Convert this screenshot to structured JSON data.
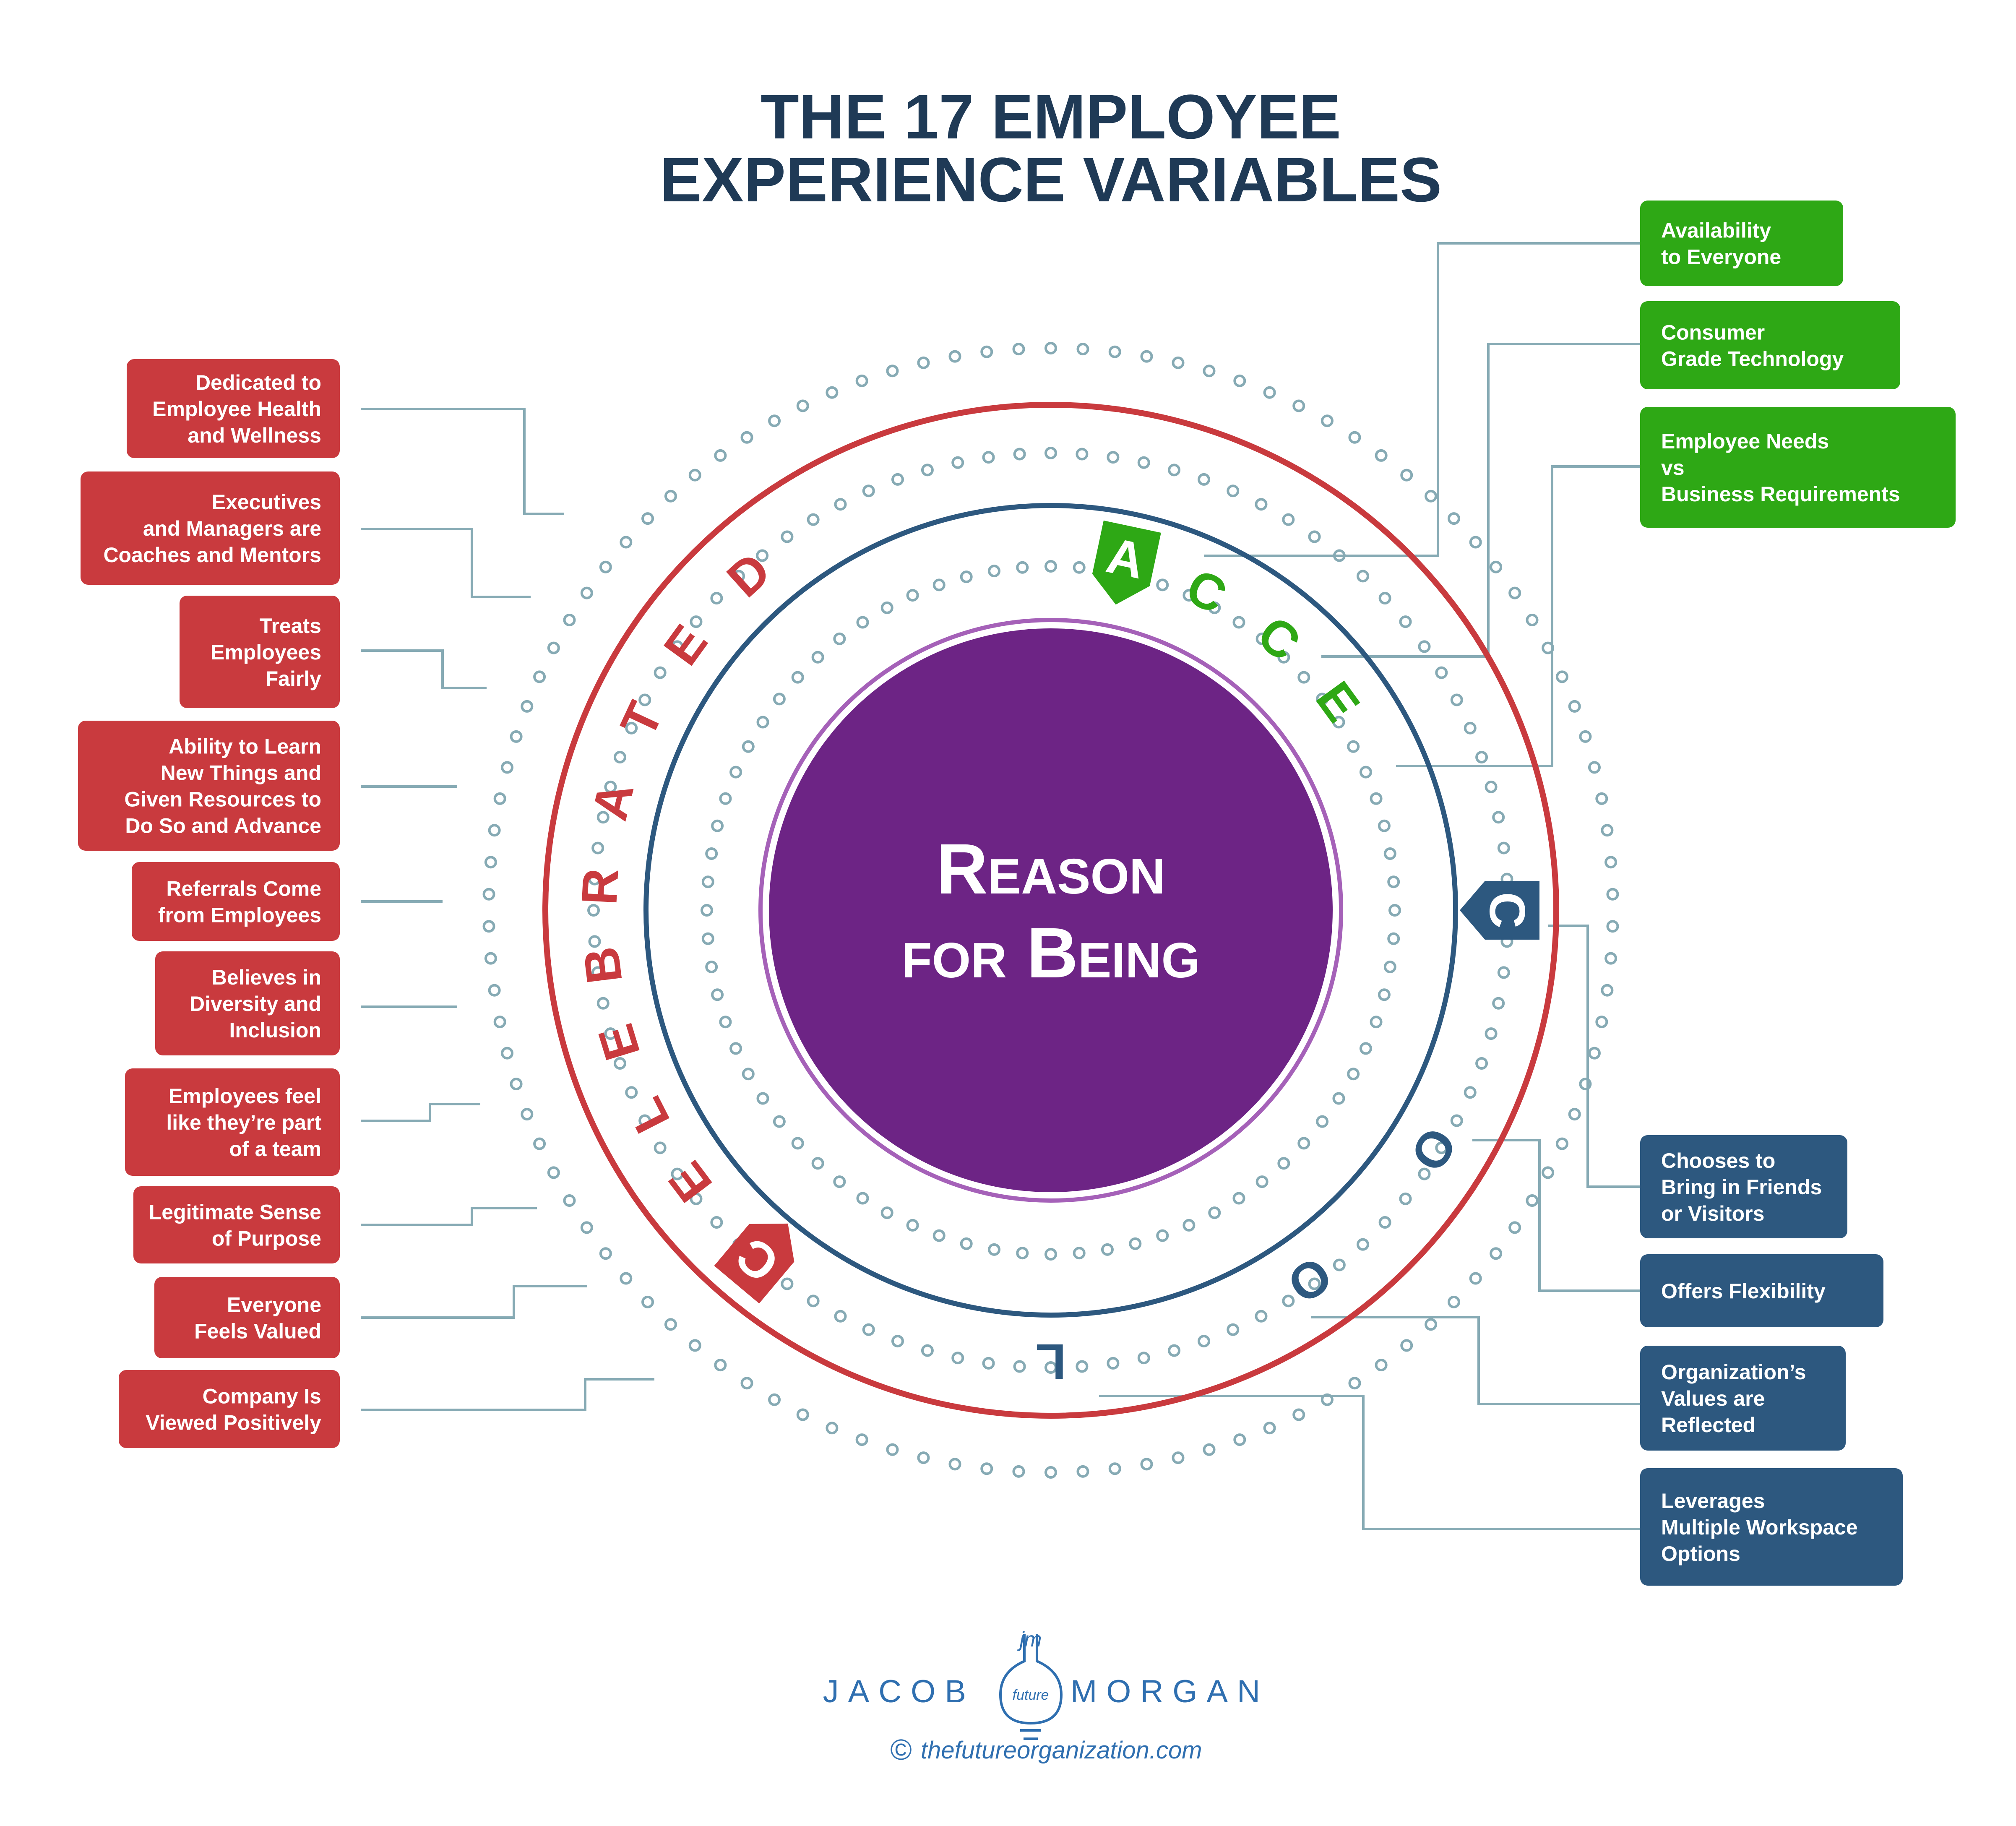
{
  "title": {
    "line1": "THE 17 EMPLOYEE",
    "line2": "EXPERIENCE VARIABLES"
  },
  "center": {
    "line1": "Reason",
    "line2": "for Being",
    "color": "#6d2485",
    "ring_color": "#a561b8"
  },
  "colors": {
    "celebrated": "#c93a3e",
    "acce": "#2ea815",
    "cool": "#2d587f",
    "connector": "#86aab4",
    "dots": "#86aab4",
    "title": "#1f3a56",
    "brand": "#2f6fb0"
  },
  "rings": {
    "outer_color": "#c93a3e",
    "middle_color": "#2d587f"
  },
  "words": {
    "celebrated": [
      "C",
      "E",
      "L",
      "E",
      "B",
      "R",
      "A",
      "T",
      "E",
      "D"
    ],
    "acce": [
      "A",
      "C",
      "C",
      "E"
    ],
    "cool": [
      "C",
      "O",
      "O",
      "L"
    ]
  },
  "left_boxes": [
    {
      "lines": [
        "Dedicated to",
        "Employee Health",
        "and Wellness"
      ]
    },
    {
      "lines": [
        "Executives",
        "and Managers are",
        "Coaches and Mentors"
      ]
    },
    {
      "lines": [
        "Treats",
        "Employees",
        "Fairly"
      ]
    },
    {
      "lines": [
        "Ability to Learn",
        "New Things and",
        "Given Resources to",
        "Do So and Advance"
      ]
    },
    {
      "lines": [
        "Referrals Come",
        "from Employees"
      ]
    },
    {
      "lines": [
        "Believes in",
        "Diversity and",
        "Inclusion"
      ]
    },
    {
      "lines": [
        "Employees feel",
        "like they’re part",
        "of a team"
      ]
    },
    {
      "lines": [
        "Legitimate Sense",
        "of Purpose"
      ]
    },
    {
      "lines": [
        "Everyone",
        "Feels Valued"
      ]
    },
    {
      "lines": [
        "Company Is",
        "Viewed Positively"
      ]
    }
  ],
  "right_top_boxes": [
    {
      "lines": [
        "Availability",
        "to Everyone"
      ]
    },
    {
      "lines": [
        "Consumer",
        "Grade Technology"
      ]
    },
    {
      "lines": [
        "Employee Needs",
        "vs",
        "Business Requirements"
      ]
    }
  ],
  "right_bottom_boxes": [
    {
      "lines": [
        "Chooses to",
        "Bring in Friends",
        "or Visitors"
      ]
    },
    {
      "lines": [
        "Offers Flexibility"
      ]
    },
    {
      "lines": [
        "Organization’s",
        "Values are",
        "Reflected"
      ]
    },
    {
      "lines": [
        "Leverages",
        "Multiple Workspace",
        "Options"
      ]
    }
  ],
  "brand": {
    "first": "JACOB",
    "last": "MORGAN",
    "logo_top": "jm",
    "logo_bottom": "future",
    "copyright": "©",
    "website": "thefutureorganization.com"
  }
}
